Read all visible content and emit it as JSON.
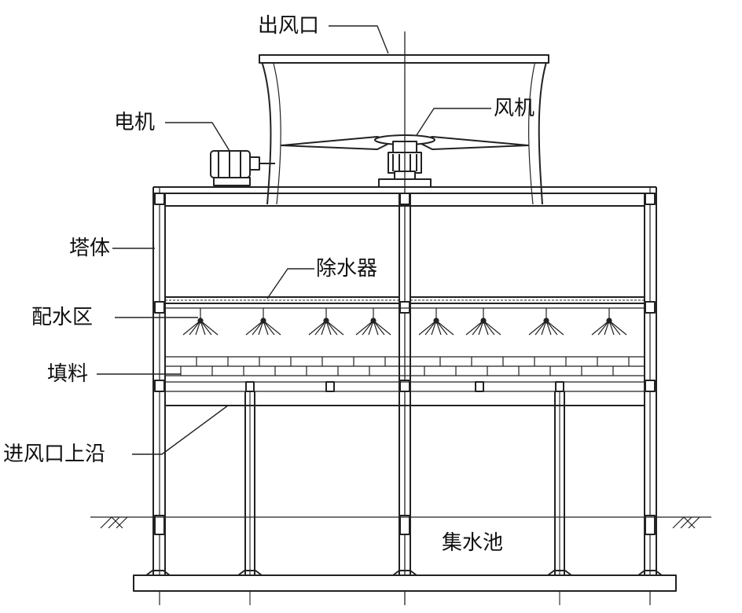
{
  "labels": {
    "outlet": "出风口",
    "fan": "风机",
    "motor": "电机",
    "tower_body": "塔体",
    "drift_eliminator": "除水器",
    "water_distribution_zone": "配水区",
    "fill": "填料",
    "inlet_upper_edge": "进风口上沿",
    "collection_basin": "集水池"
  }
}
